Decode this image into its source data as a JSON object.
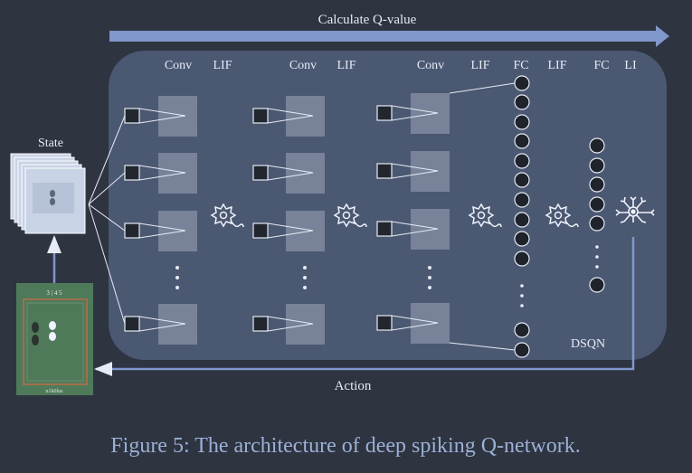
{
  "diagram": {
    "top_arrow_label": "Calculate Q-value",
    "state_label": "State",
    "action_label": "Action",
    "network_label": "DSQN",
    "game_score": "3 | 4 5",
    "game_footer": "n1k0lus",
    "layer_labels": {
      "conv1": "Conv",
      "lif1": "LIF",
      "conv2": "Conv",
      "lif2": "LIF",
      "conv3": "Conv",
      "lif3": "LIF",
      "fc1": "FC",
      "lif4": "LIF",
      "fc2": "FC",
      "li": "LI"
    },
    "caption": "Figure 5:  The architecture of deep spiking Q-network."
  },
  "colors": {
    "background": "#2e3440",
    "panel_fill": "#4b5872",
    "arrow_fill": "#8097cc",
    "line": "#e6ebf5",
    "text": "#e6ebf5",
    "caption": "#9cb0d6",
    "game_green": "#4f7a5a"
  },
  "icons": [
    "lif-neuron-icon",
    "li-neuron-icon",
    "right-arrow-icon"
  ]
}
